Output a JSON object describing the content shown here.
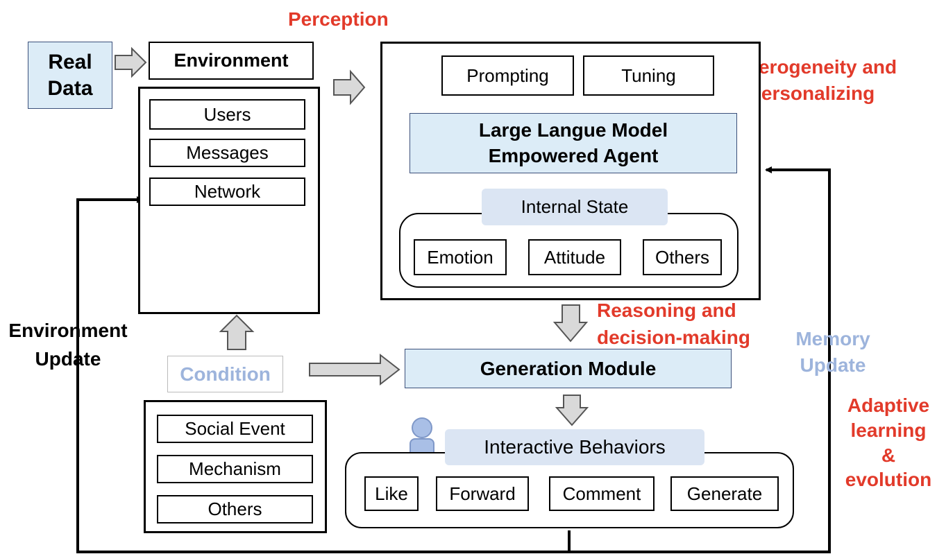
{
  "labels": {
    "perception": "Perception",
    "heterogeneity": "Heterogeneity and\npersonalizing",
    "reasoning": "Reasoning and\ndecision-making",
    "memory_update": "Memory\nUpdate",
    "adaptive": "Adaptive\nlearning\n&\nevolution",
    "environment_update": "Environment\nUpdate"
  },
  "real_data": "Real\nData",
  "environment": {
    "title": "Environment",
    "items": [
      "Users",
      "Messages",
      "Network"
    ]
  },
  "agent": {
    "prompting": "Prompting",
    "tuning": "Tuning",
    "llm": "Large Langue Model\nEmpowered Agent",
    "internal_state": "Internal State",
    "states": [
      "Emotion",
      "Attitude",
      "Others"
    ]
  },
  "condition": {
    "title": "Condition",
    "items": [
      "Social Event",
      "Mechanism",
      "Others"
    ]
  },
  "generation_module": "Generation Module",
  "behaviors": {
    "title": "Interactive Behaviors",
    "items": [
      "Like",
      "Forward",
      "Comment",
      "Generate"
    ]
  },
  "colors": {
    "red_label": "#e23a2a",
    "light_blue_label": "#9db4dc",
    "box_fill_blue": "#dcecf7",
    "pill_fill": "#dbe5f3",
    "icon_blue": "#a9bfe6"
  }
}
